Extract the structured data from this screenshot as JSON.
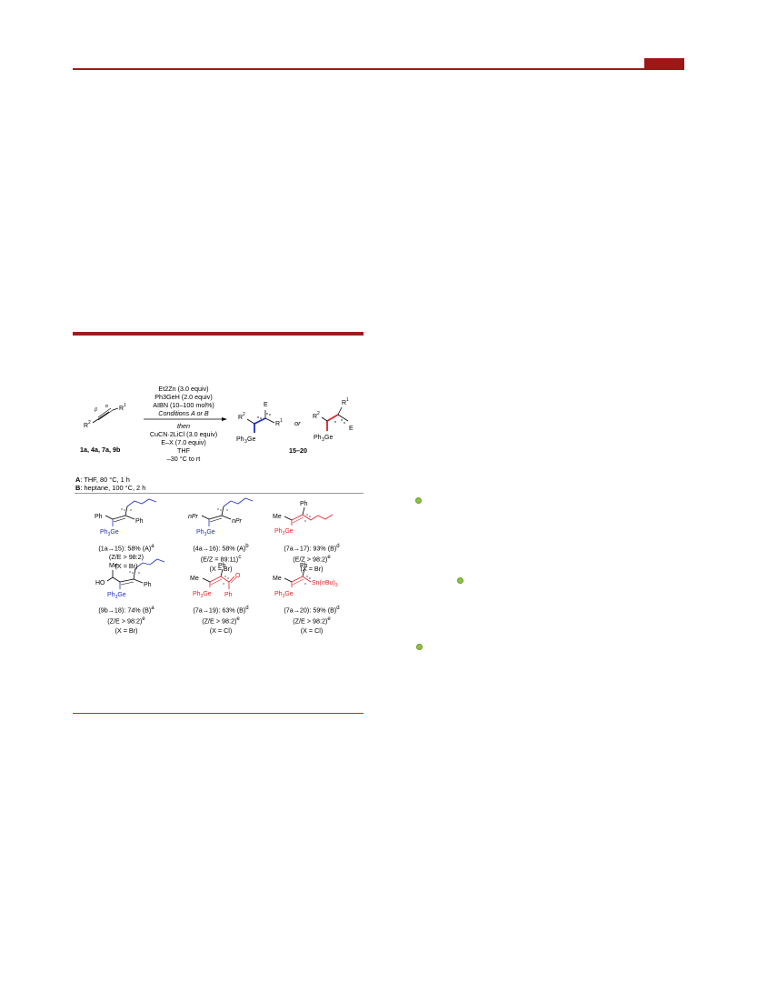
{
  "colors": {
    "accent": "#9e1b1b",
    "blue": "#1f2fbf",
    "red": "#e31e24",
    "ref_dot": "#8cc63f"
  },
  "scheme": {
    "substrate_labels": [
      "1a, 4a, 7a, 9b"
    ],
    "reagents_top": [
      "Et2Zn (3.0 equiv)",
      "Ph3GeH (2.0 equiv)",
      "AIBN (10–100 mol%)",
      "Conditions A or B"
    ],
    "then": "then",
    "reagents_bottom": [
      "CuCN·2LiCl (3.0 equiv)",
      "E–X (7.0 equiv)",
      "THF",
      "–30 °C to rt"
    ],
    "or": "or",
    "product_range": "15–20",
    "conditions": {
      "a_label": "A",
      "a_text": ": THF, 80 °C, 1 h",
      "b_label": "B",
      "b_text": ": heptane, 100 °C, 2 h"
    }
  },
  "products": [
    {
      "line1": "(1a→15): 58% (A)",
      "line1_sup": "a",
      "line2": "(Z/E > 98:2)",
      "line3": "(X = Br)"
    },
    {
      "line1": "(4a→16): 58% (A)",
      "line1_sup": "b",
      "line2": "(E/Z = 89:11)",
      "line2_sup": "c",
      "line3": "(X = Br)"
    },
    {
      "line1": "(7a→17): 93% (B)",
      "line1_sup": "d",
      "line2": "(E/Z > 98:2)",
      "line2_sup": "e",
      "line3": "(X = Br)"
    },
    {
      "line1": "(9b→18): 74% (B)",
      "line1_sup": "a",
      "line2": "(Z/E > 98:2)",
      "line2_sup": "e",
      "line3": "(X = Br)"
    },
    {
      "line1": "(7a→19): 63% (B)",
      "line1_sup": "d",
      "line2": "(Z/E > 98:2)",
      "line2_sup": "e",
      "line3": "(X = Cl)"
    },
    {
      "line1": "(7a→20): 59% (B)",
      "line1_sup": "d",
      "line2": "(Z/E > 98:2)",
      "line2_sup": "e",
      "line3": "(X = Cl)"
    }
  ],
  "structure_labels": {
    "s15": {
      "ph1": "Ph",
      "ph2": "Ph",
      "ge": "Ph3Ge"
    },
    "s16": {
      "npr1": "nPr",
      "npr2": "nPr",
      "ge": "Ph3Ge"
    },
    "s17": {
      "me": "Me",
      "ph": "Ph",
      "ge": "Ph3Ge"
    },
    "s18": {
      "me": "Me",
      "ho": "HO",
      "ph": "Ph",
      "ge": "Ph3Ge"
    },
    "s19": {
      "me": "Me",
      "ph": "Ph",
      "ph2": "Ph",
      "o": "O",
      "ge": "Ph3Ge"
    },
    "s20": {
      "me": "Me",
      "ph": "Ph",
      "sn": "Sn(nBu)3",
      "ge": "Ph3Ge"
    }
  }
}
